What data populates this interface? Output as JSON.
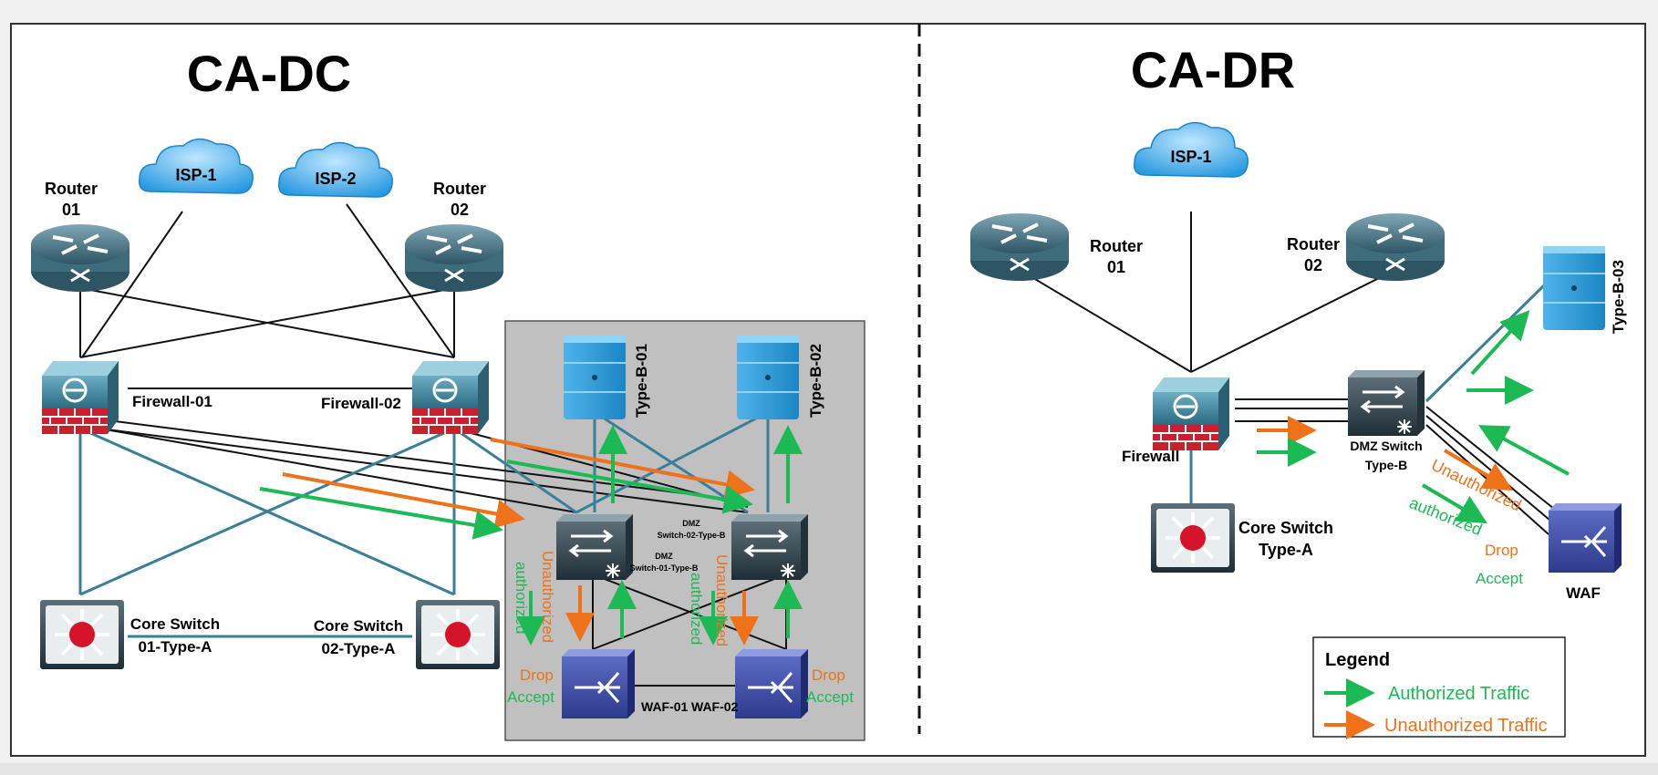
{
  "dc": {
    "title": "CA-DC",
    "isp1": "ISP-1",
    "isp2": "ISP-2",
    "router01": [
      "Router",
      "01"
    ],
    "router02": [
      "Router",
      "02"
    ],
    "firewall01": "Firewall-01",
    "firewall02": "Firewall-02",
    "core01": [
      "Core Switch",
      "01-Type-A"
    ],
    "core02": [
      "Core Switch",
      "02-Type-A"
    ],
    "server1": "Type-B-01",
    "server2": "Type-B-02",
    "dmz02": [
      "DMZ",
      "Switch-02-Type-B"
    ],
    "dmz01": [
      "DMZ",
      "Switch-01-Type-B"
    ],
    "waf01": "WAF-01",
    "waf02": "WAF-02",
    "unauthorized": "Unauthorized",
    "authorized": "authorized",
    "drop": "Drop",
    "accept": "Accept"
  },
  "dr": {
    "title": "CA-DR",
    "isp1": "ISP-1",
    "router01": [
      "Router",
      "01"
    ],
    "router02": [
      "Router",
      "02"
    ],
    "firewall": "Firewall",
    "dmz": [
      "DMZ Switch",
      "Type-B"
    ],
    "core": [
      "Core Switch",
      "Type-A"
    ],
    "server": "Type-B-03",
    "waf": "WAF",
    "unauthorized": "Unauthorized",
    "authorized": "authorized",
    "drop": "Drop",
    "accept": "Accept"
  },
  "legend": {
    "title": "Legend",
    "authorized": "Authorized Traffic",
    "unauthorized": "Unauthorized Traffic"
  },
  "colors": {
    "authorized": "#1db954",
    "unauthorized": "#ee7219",
    "teal_link": "#3a7f98",
    "dmz_zone": "#c0c0c0"
  }
}
